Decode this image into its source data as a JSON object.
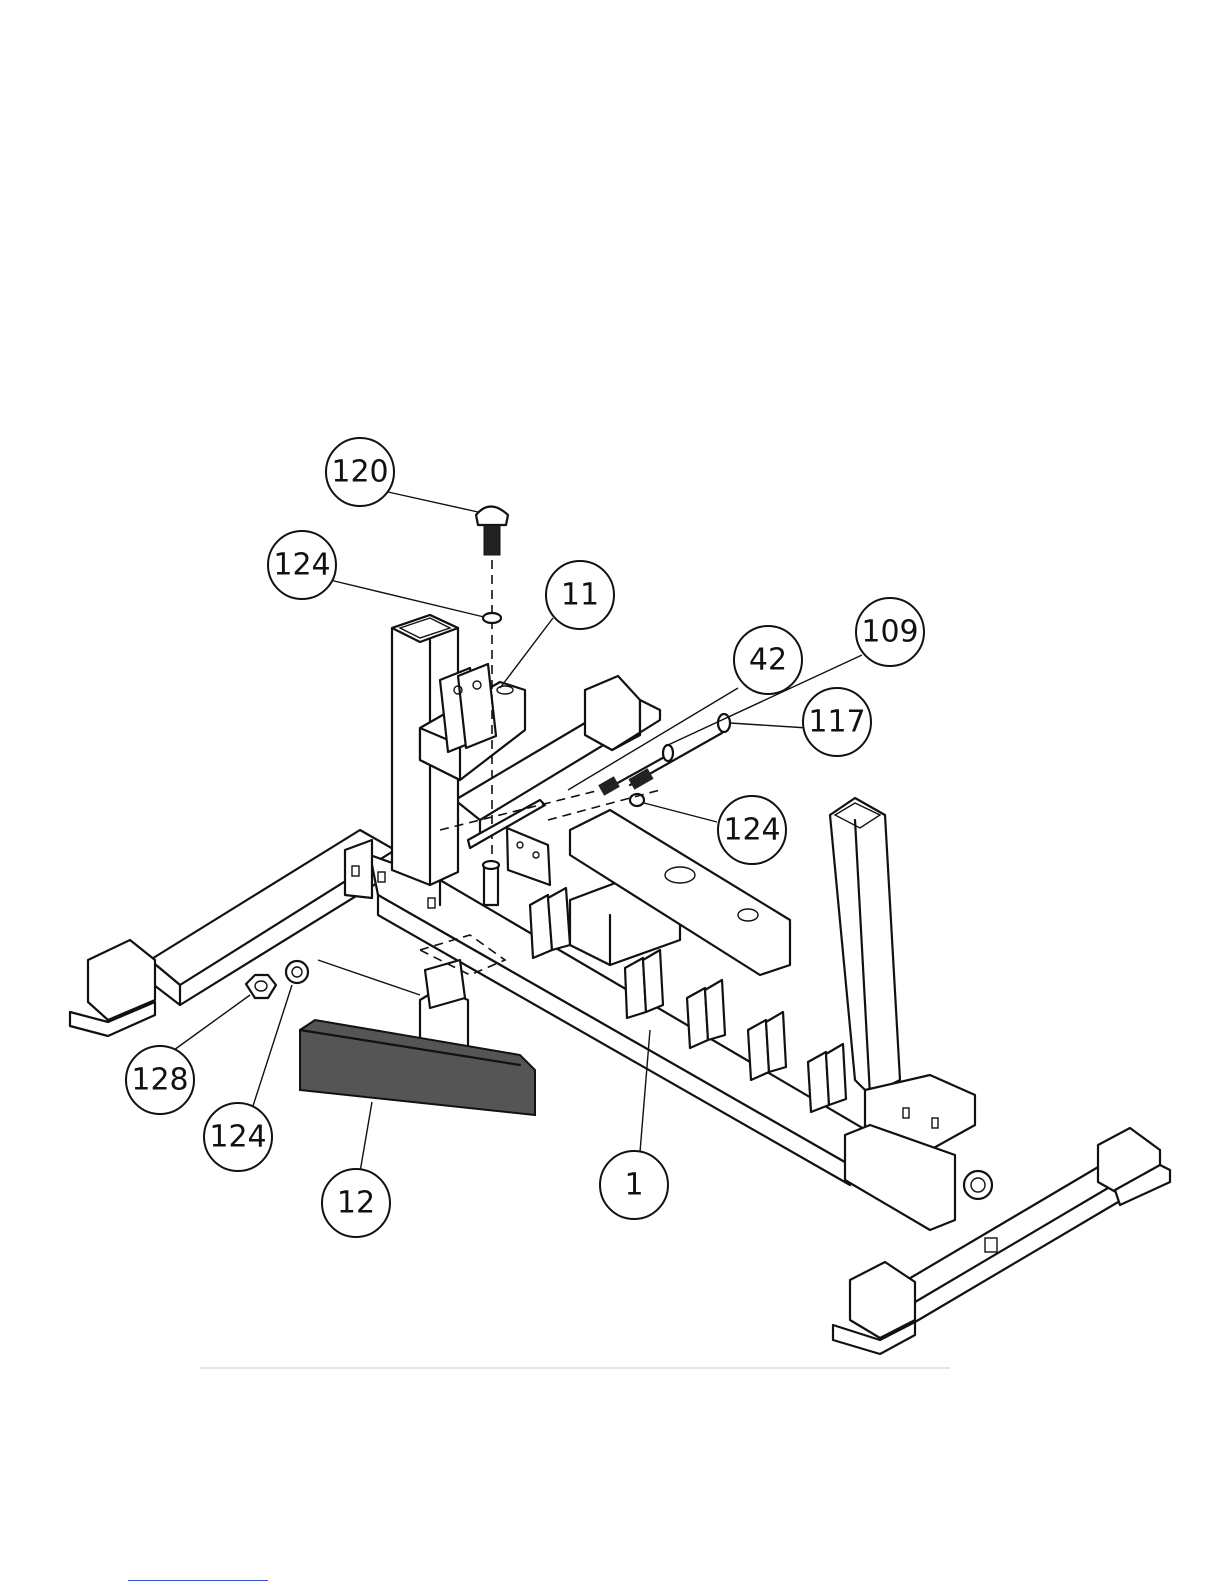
{
  "callouts": [
    {
      "id": "c120",
      "label": "120"
    },
    {
      "id": "c124a",
      "label": "124"
    },
    {
      "id": "c11",
      "label": "11"
    },
    {
      "id": "c42",
      "label": "42"
    },
    {
      "id": "c109",
      "label": "109"
    },
    {
      "id": "c117",
      "label": "117"
    },
    {
      "id": "c124b",
      "label": "124"
    },
    {
      "id": "c128",
      "label": "128"
    },
    {
      "id": "c124c",
      "label": "124"
    },
    {
      "id": "c12",
      "label": "12"
    },
    {
      "id": "c1",
      "label": "1"
    }
  ]
}
